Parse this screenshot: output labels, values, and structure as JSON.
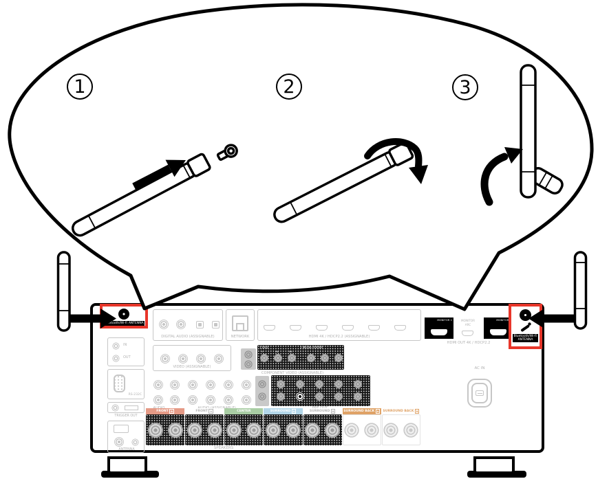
{
  "diagram": {
    "type": "antenna-installation",
    "steps": [
      {
        "number": "1"
      },
      {
        "number": "2"
      },
      {
        "number": "3"
      }
    ]
  },
  "rear_panel": {
    "antenna_port_left": {
      "label": "Bluetooth/Wi-Fi ANTENNA"
    },
    "antenna_port_right": {
      "label_line1": "Bluetooth/Wi-Fi",
      "label_line2": "ANTENNA"
    },
    "left_column": {
      "remote_in": "IN",
      "remote_out": "OUT",
      "rs232c": "RS-232C",
      "trigger_out": "TRIGGER OUT",
      "fm_am_antenna": "ANTENNA"
    },
    "row1": {
      "digital_audio": "DIGITAL AUDIO (ASSIGNABLE)",
      "network": "NETWORK",
      "hdmi_in": "HDMI 4K / HDCP2.2 (ASSIGNABLE)",
      "hdmi_out": "HDMI OUT 4K / HDCP2.2",
      "monitor_arc_line1": "MONITOR",
      "monitor_arc_line2": "ARC",
      "monitor_1": "MONITOR 1",
      "monitor_2": "MONITOR 2"
    },
    "row2": {
      "video": "VIDEO (ASSIGNABLE)",
      "component_video": "COMPONENT VIDEO (ASSIGNABLE)",
      "component_input_1": "1 DVD",
      "component_input_2": "2 MEDIA PLAYER",
      "y": "Y",
      "pb": "PB",
      "pr": "PR"
    },
    "row3": {
      "audio": "AUDIO",
      "audio_assignable": "AUDIO (ASSIGNABLE)",
      "pre_out": "PRE OUT",
      "ac_in": "AC IN"
    },
    "speakers": {
      "title": "SPEAKERS",
      "groups": [
        {
          "name": "FRONT",
          "letter": "B",
          "bg": "#e59a86",
          "fg": "#ffffff",
          "dark": true
        },
        {
          "name": "FRONT",
          "letter": "A",
          "bg": "#ffffff",
          "fg": "#b5b5b5",
          "dark": true
        },
        {
          "name": "CENTER",
          "letter": "",
          "bg": "#a9cda4",
          "fg": "#ffffff",
          "dark": true
        },
        {
          "name": "SURROUND",
          "letter": "A",
          "bg": "#b3d7e9",
          "fg": "#ffffff",
          "dark": true
        },
        {
          "name": "SURROUND",
          "letter": "B",
          "bg": "#ffffff",
          "fg": "#b5b5b5",
          "dark": true
        },
        {
          "name": "SURROUND BACK",
          "letter": "A",
          "bg": "#dfa266",
          "fg": "#ffffff",
          "dark": false
        },
        {
          "name": "SURROUND BACK",
          "letter": "B",
          "bg": "#ffffff",
          "fg": "#dfa266",
          "dark": false
        }
      ]
    }
  },
  "colors": {
    "highlight": "#e8362a",
    "panel_line": "#c6c6c6",
    "panel_text": "#b2b2b2"
  }
}
